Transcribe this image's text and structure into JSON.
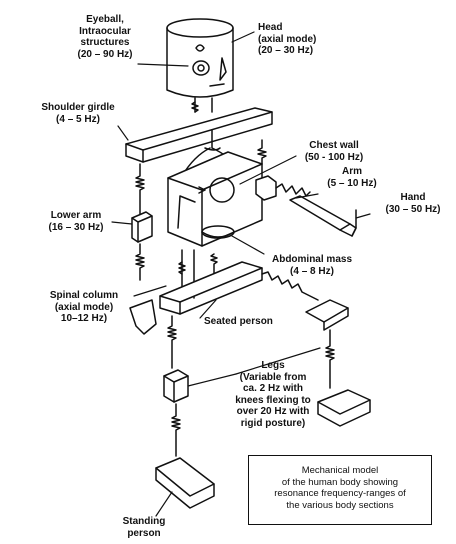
{
  "labels": {
    "eyeball": [
      "Eyeball,",
      "Intraocular",
      "structures",
      "(20 – 90 Hz)"
    ],
    "head": [
      "Head",
      "(axial mode)",
      "(20 – 30 Hz)"
    ],
    "shoulder": [
      "Shoulder girdle",
      "(4 – 5 Hz)"
    ],
    "chest": [
      "Chest wall",
      "(50 - 100 Hz)"
    ],
    "arm": [
      "Arm",
      "(5 – 10 Hz)"
    ],
    "hand": [
      "Hand",
      "(30 – 50 Hz)"
    ],
    "lower_arm": [
      "Lower arm",
      "(16 – 30 Hz)"
    ],
    "abdominal": [
      "Abdominal mass",
      "(4 – 8 Hz)"
    ],
    "spinal": [
      "Spinal column",
      "(axial mode)",
      "10–12 Hz)"
    ],
    "seated": [
      "Seated person"
    ],
    "legs": [
      "Legs",
      "(Variable from",
      "ca. 2 Hz with",
      "knees flexing to",
      "over 20 Hz with",
      "rigid posture)"
    ],
    "standing": [
      "Standing",
      "person"
    ]
  },
  "caption": [
    "Mechanical model",
    "of the human body showing",
    "resonance frequency-ranges of",
    "the various body sections"
  ],
  "colors": {
    "ink": "#111111",
    "background": "#ffffff"
  }
}
